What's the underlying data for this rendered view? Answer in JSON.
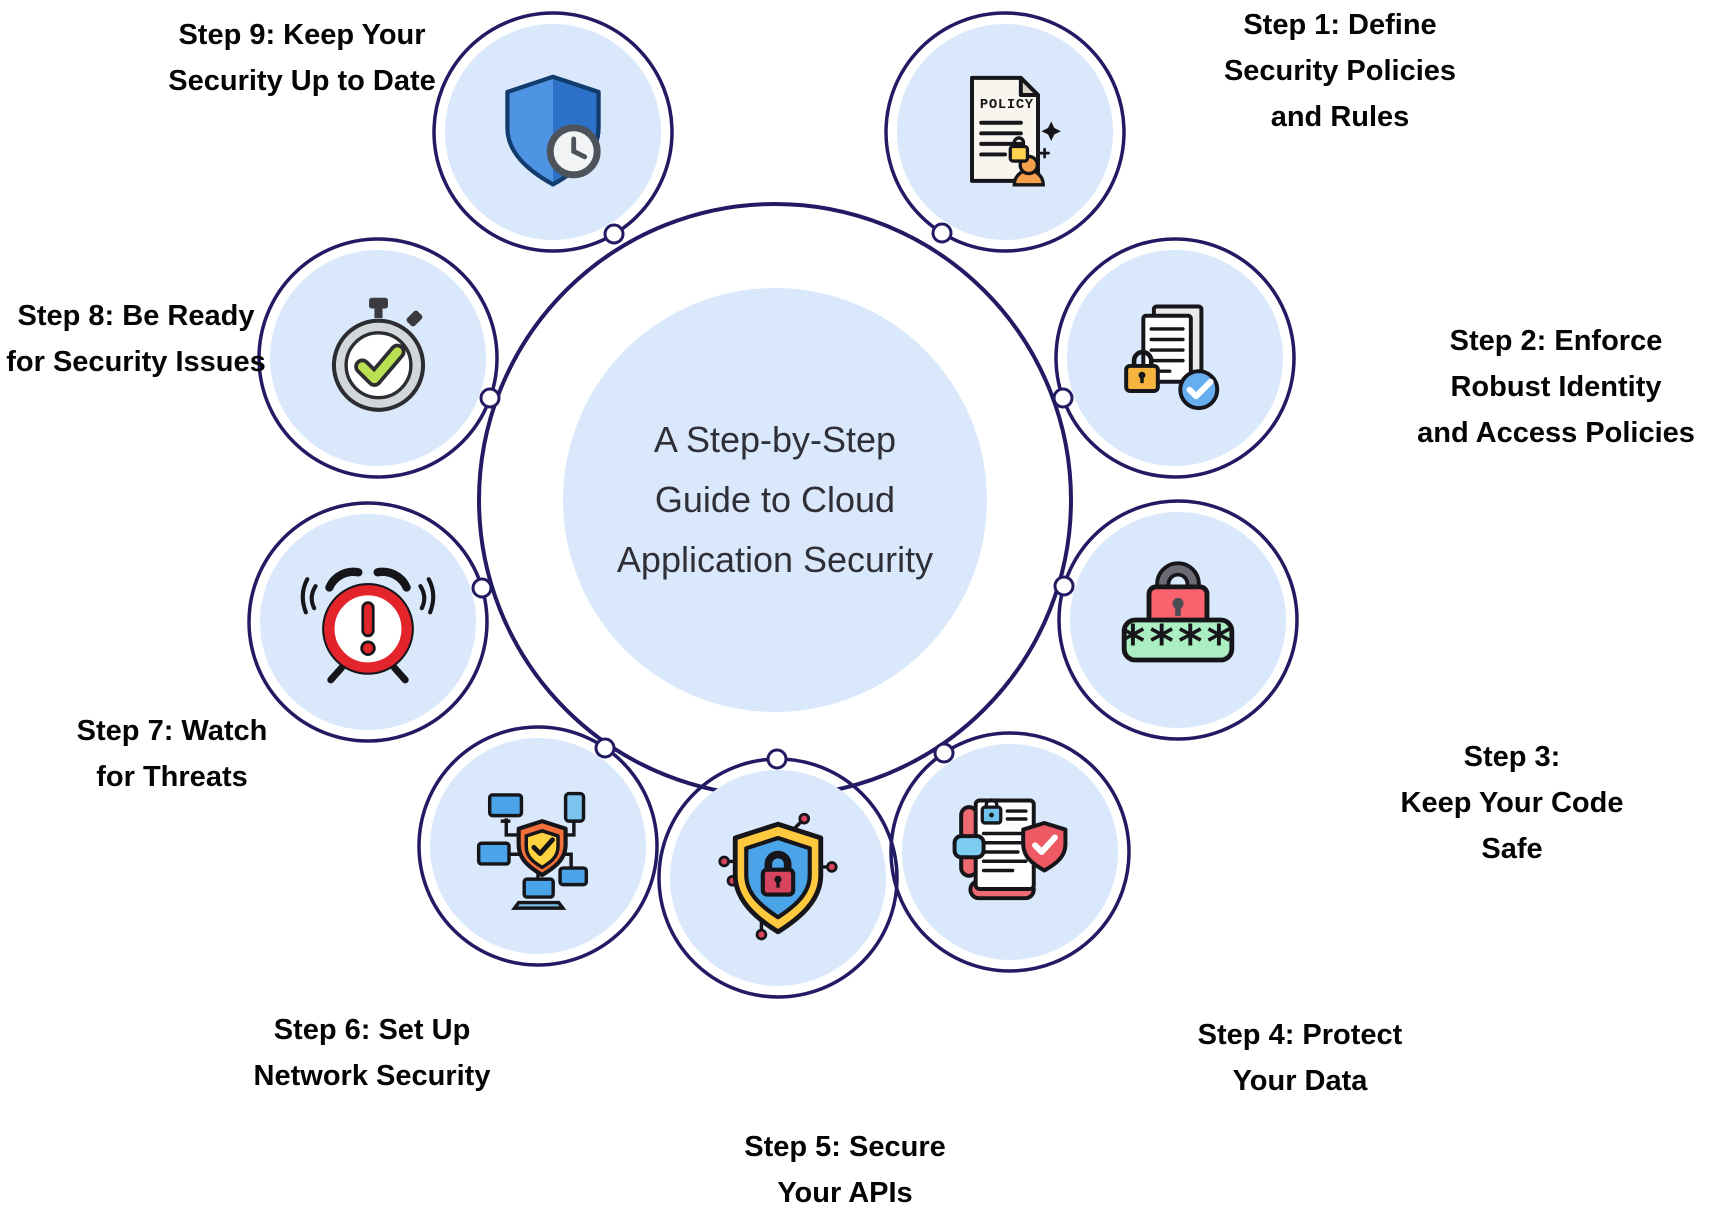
{
  "title": "A Step-by-Step Guide to Cloud Application Security",
  "center": {
    "lines": [
      "A Step-by-Step",
      "Guide to Cloud",
      "Application Security"
    ]
  },
  "steps": [
    {
      "id": 1,
      "icon": "policy-document-icon",
      "label": "Step 1: Define Security Policies and Rules",
      "lines": [
        "Step 1: Define",
        "Security Policies",
        "and Rules"
      ]
    },
    {
      "id": 2,
      "icon": "identity-verification-icon",
      "label": "Step 2: Enforce Robust Identity and Access Policies",
      "lines": [
        "Step 2: Enforce",
        "Robust Identity",
        "and Access Policies"
      ]
    },
    {
      "id": 3,
      "icon": "password-lock-icon",
      "label": "Step 3: Keep Your Code Safe",
      "lines": [
        "Step 3:",
        "Keep Your Code",
        "Safe"
      ]
    },
    {
      "id": 4,
      "icon": "document-protection-icon",
      "label": "Step 4: Protect Your Data",
      "lines": [
        "Step 4: Protect",
        "Your Data"
      ]
    },
    {
      "id": 5,
      "icon": "shield-circuit-lock-icon",
      "label": "Step 5: Secure Your APIs",
      "lines": [
        "Step 5: Secure",
        "Your APIs"
      ]
    },
    {
      "id": 6,
      "icon": "network-shield-icon",
      "label": "Step 6: Set Up Network Security",
      "lines": [
        "Step 6: Set Up",
        "Network Security"
      ]
    },
    {
      "id": 7,
      "icon": "alarm-clock-alert-icon",
      "label": "Step 7: Watch for Threats",
      "lines": [
        "Step 7: Watch",
        "for Threats"
      ]
    },
    {
      "id": 8,
      "icon": "stopwatch-checkmark-icon",
      "label": "Step 8: Be Ready for Security Issues",
      "lines": [
        "Step 8: Be Ready",
        "for Security Issues"
      ]
    },
    {
      "id": 9,
      "icon": "shield-clock-icon",
      "label": "Step 9: Keep Your Security Up to Date",
      "lines": [
        "Step 9: Keep Your",
        "Security Up to Date"
      ]
    }
  ],
  "policy_icon_text": "POLICY",
  "password_icon_text": "****",
  "palette": {
    "background": "#ffffff",
    "circle_fill": "#d9e8fb",
    "connector_navy": "#221b63",
    "label_color": "#050505",
    "center_text_color": "#2f2f38",
    "junction_dot_fill": "#ffffff"
  }
}
